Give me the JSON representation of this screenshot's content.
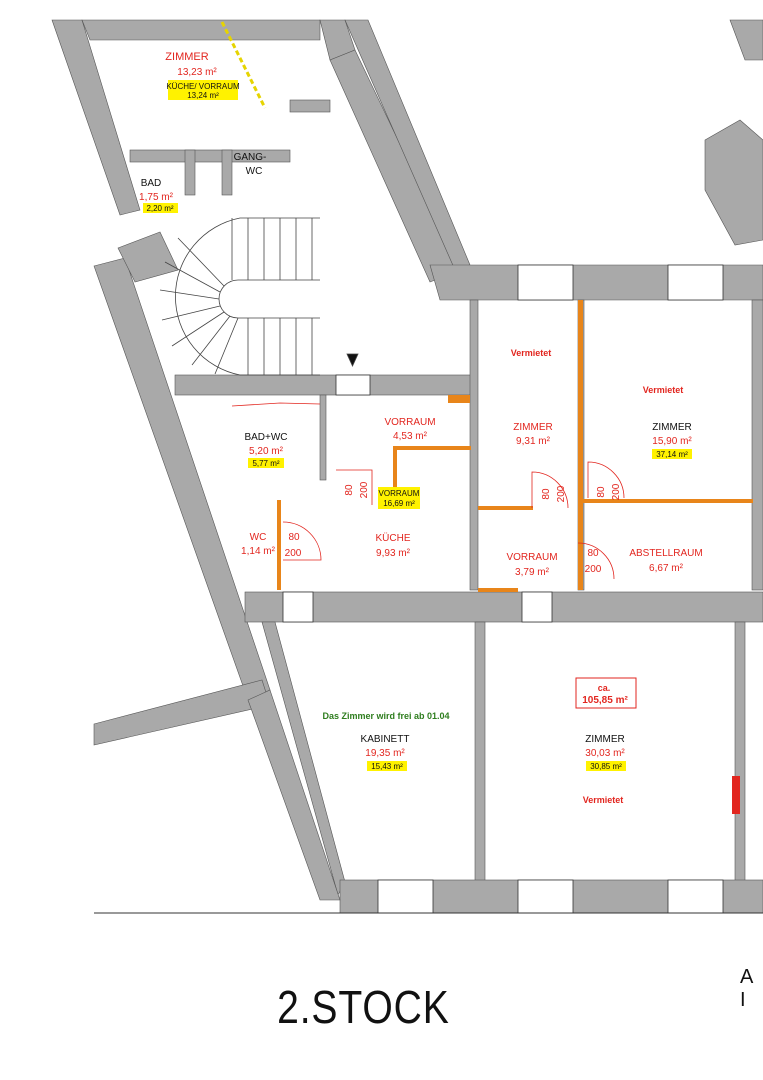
{
  "floor_title": "2.STOCK",
  "corner_text": "A I",
  "colors": {
    "wall": "#a9a9a9",
    "orange": "#e8851a",
    "red_label": "#e2261f",
    "highlight": "#fff200",
    "green_note": "#2e7d1e"
  },
  "rooms": {
    "zimmer_top": {
      "name": "ZIMMER",
      "area": "13,23 m²",
      "alt_name": "KÜCHE/ VORRAUM",
      "alt_area": "13,24 m²"
    },
    "bad": {
      "name": "BAD",
      "area": "1,75 m²",
      "alt_area": "2,20 m²"
    },
    "gang_wc": {
      "name_1": "GANG-",
      "name_2": "WC"
    },
    "bad_wc": {
      "name": "BAD+WC",
      "area": "5,20 m²",
      "alt_area": "5,77 m²"
    },
    "vorraum_1": {
      "name": "VORRAUM",
      "area": "4,53 m²"
    },
    "vorraum_hl": {
      "name": "VORRAUM",
      "area": "16,69 m²"
    },
    "kueche": {
      "name": "KÜCHE",
      "area": "9,93 m²"
    },
    "wc": {
      "name": "WC",
      "area": "1,14 m²"
    },
    "zimmer_a": {
      "name": "ZIMMER",
      "area": "9,31 m²",
      "status": "Vermietet"
    },
    "zimmer_b": {
      "name": "ZIMMER",
      "area": "15,90 m²",
      "alt_area": "37,14 m²",
      "status": "Vermietet"
    },
    "vorraum_2": {
      "name": "VORRAUM",
      "area": "3,79 m²"
    },
    "abstellraum": {
      "name": "ABSTELLRAUM",
      "area": "6,67 m²"
    },
    "kabinett": {
      "name": "KABINETT",
      "area": "19,35 m²",
      "alt_area": "15,43 m²",
      "note": "Das Zimmer wird frei ab 01.04"
    },
    "zimmer_c": {
      "name": "ZIMMER",
      "area": "30,03 m²",
      "alt_area": "30,85 m²",
      "status": "Vermietet"
    }
  },
  "total": {
    "label": "ca.",
    "area": "105,85 m²"
  },
  "door_dims": {
    "w": "80",
    "h": "200"
  }
}
